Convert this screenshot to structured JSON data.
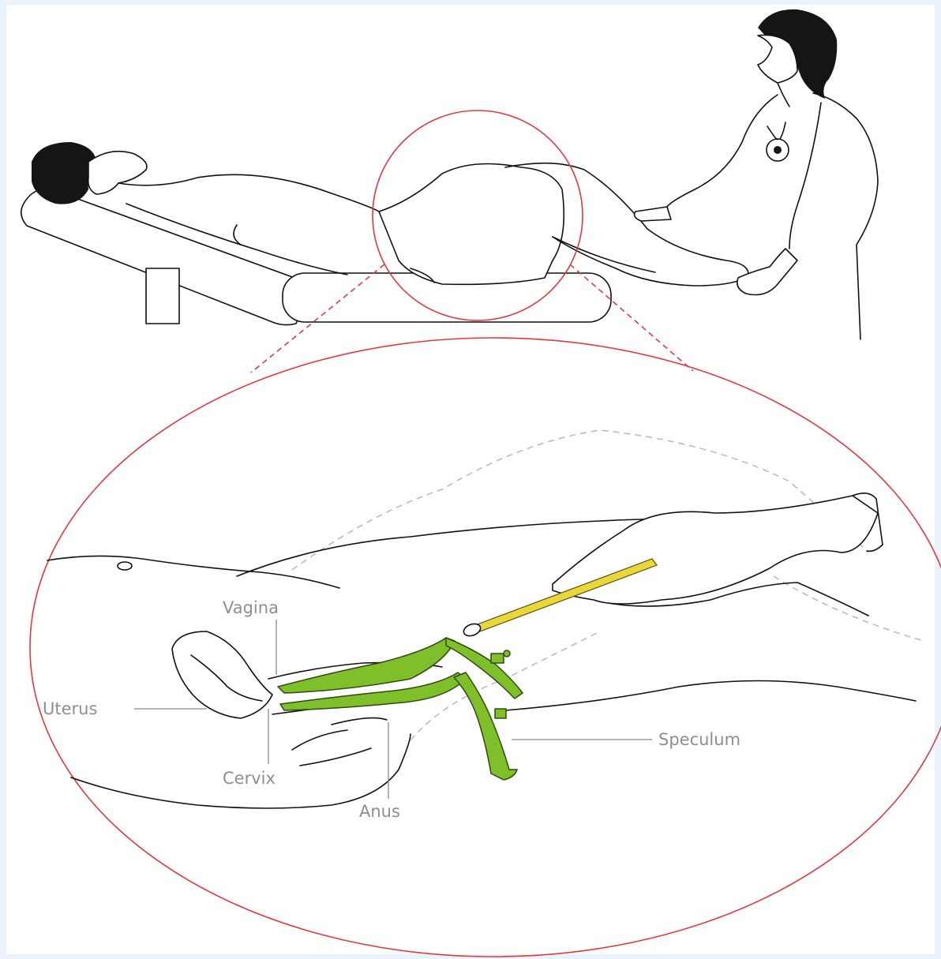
{
  "diagram": {
    "labels": {
      "vagina": "Vagina",
      "uterus": "Uterus",
      "cervix": "Cervix",
      "anus": "Anus",
      "speculum": "Speculum"
    },
    "colors": {
      "magnifier": "#e0393e",
      "speculum": "#7fbf2a",
      "swab": "#e8d83a",
      "label": "#8e8e8e"
    }
  }
}
